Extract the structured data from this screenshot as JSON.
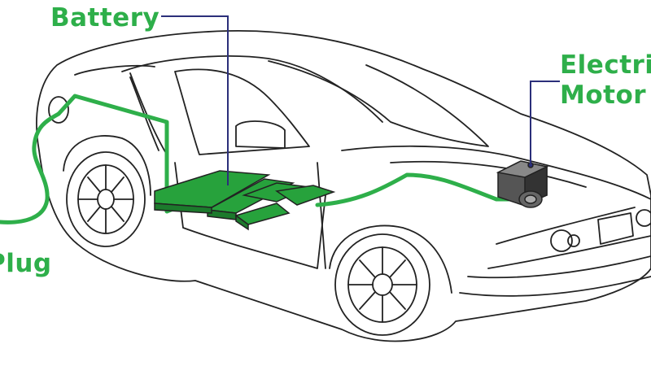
{
  "labels": {
    "battery": "Battery",
    "motor_line1": "Electric",
    "motor_line2": "Motor",
    "plug": "Plug"
  },
  "colors": {
    "wire_green": "#2eaf4a",
    "battery_green": "#27a23c",
    "leader_line": "#2b2f7a",
    "outline": "#222222"
  }
}
